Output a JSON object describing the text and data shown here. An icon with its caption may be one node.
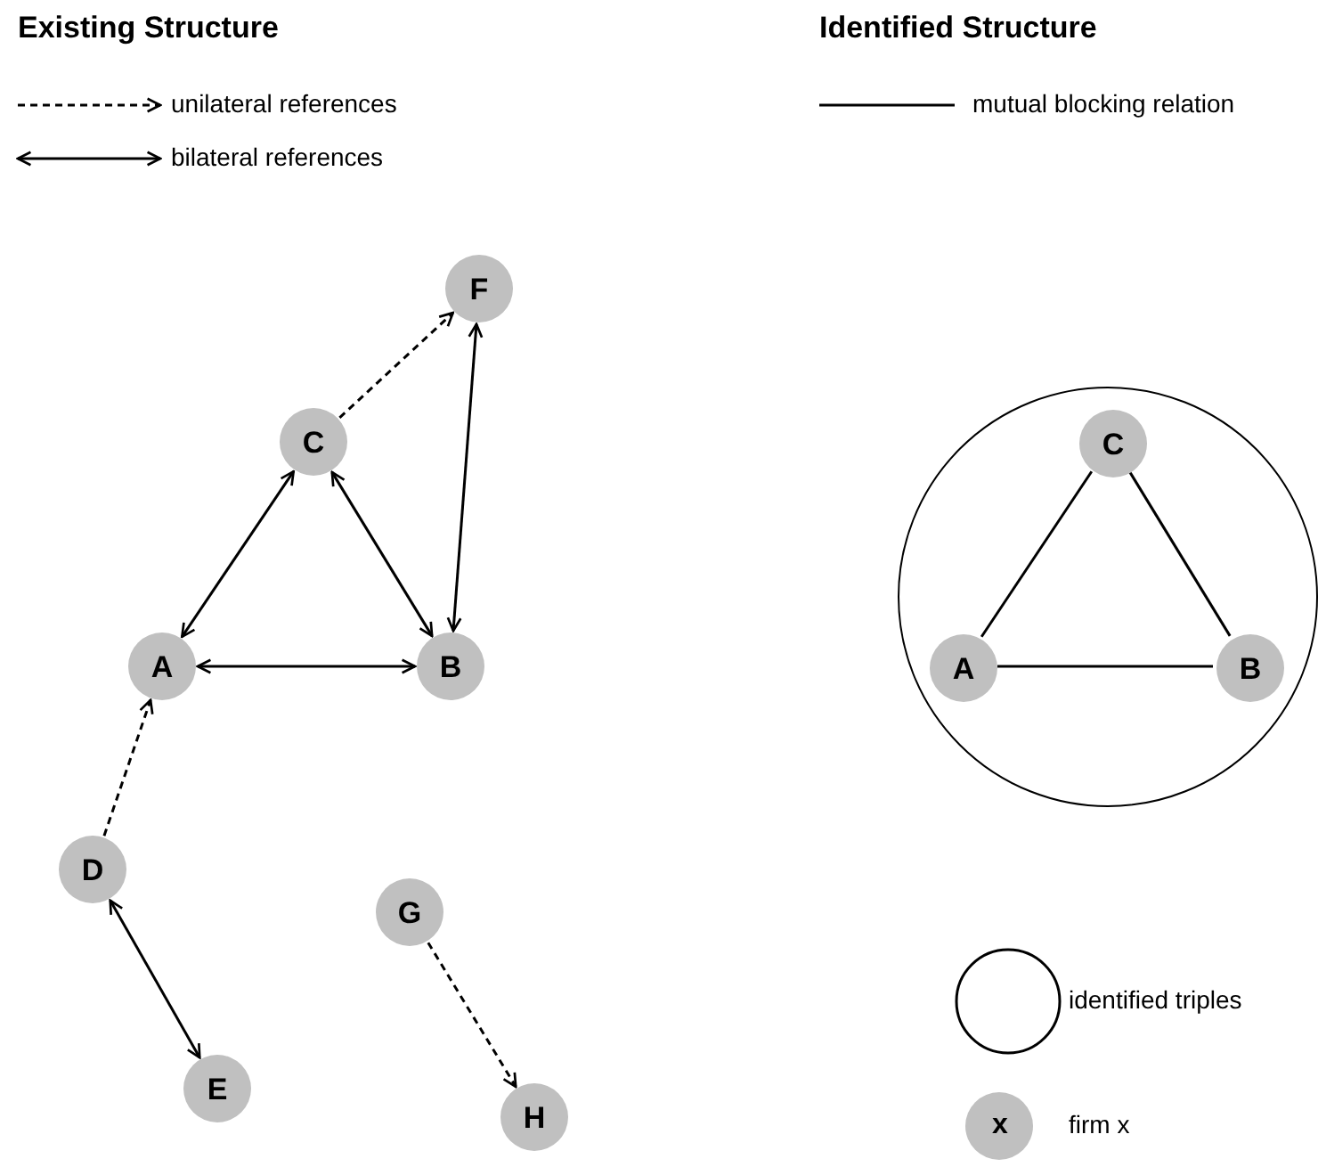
{
  "diagram": {
    "nodes": [
      {
        "text": [
          "A"
        ]
      },
      {
        "text": [
          "B"
        ]
      },
      {
        "text": [
          "C"
        ]
      },
      {
        "text": [
          "F"
        ]
      },
      {
        "text": [
          "D"
        ]
      },
      {
        "text": [
          "E"
        ]
      },
      {
        "text": [
          "G"
        ]
      },
      {
        "text": [
          "H"
        ]
      },
      {
        "text": [],
        "shape": "circle"
      },
      {
        "text": [
          "C"
        ],
        "in": 8
      },
      {
        "text": [
          "A"
        ],
        "in": 8
      },
      {
        "text": [
          "B"
        ],
        "in": 8
      }
    ],
    "edges": [
      {
        "from": 2,
        "to": 3,
        "arrow": "to",
        "style": "dashed"
      },
      {
        "from": 2,
        "to": 0,
        "arrow": "both"
      },
      {
        "from": 2,
        "to": 1,
        "arrow": "both"
      },
      {
        "from": 3,
        "to": 1,
        "arrow": "both"
      },
      {
        "from": 0,
        "to": 1,
        "arrow": "both"
      },
      {
        "from": 4,
        "to": 0,
        "arrow": "to",
        "style": "dashed"
      },
      {
        "from": 4,
        "to": 5,
        "arrow": "both"
      },
      {
        "from": 6,
        "to": 7,
        "arrow": "to",
        "style": "dashed"
      },
      {
        "from": 9,
        "to": 10,
        "arrow": "none"
      },
      {
        "from": 9,
        "to": 11,
        "arrow": "none"
      },
      {
        "from": 10,
        "to": 11,
        "arrow": "none"
      }
    ],
    "labels": [
      "Existing Structure",
      "Identified Structure",
      "x"
    ],
    "legend": [
      {
        "text": "unilateral references"
      },
      {
        "text": "bilateral references"
      },
      {
        "text": "mutual blocking relation"
      },
      {
        "text": "identified triples"
      },
      {
        "text": "firm x"
      }
    ]
  }
}
